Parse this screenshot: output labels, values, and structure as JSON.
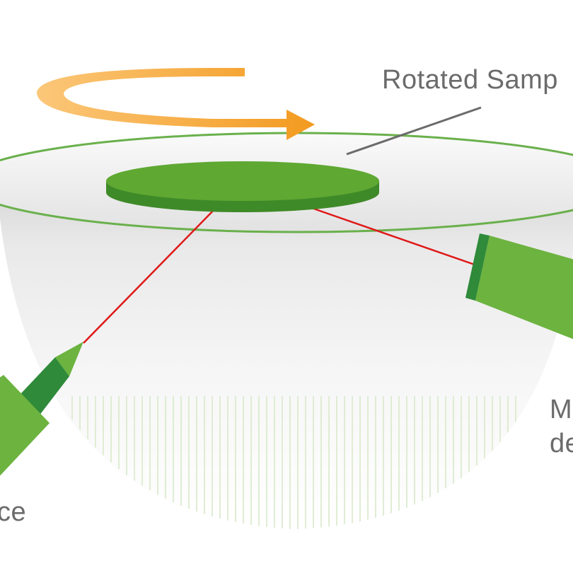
{
  "labels": {
    "rotated_sample": "Rotated Samp",
    "detector_line1": "M",
    "detector_line2": "de",
    "source": "ce"
  },
  "colors": {
    "sample_top": "#5fa832",
    "sample_side": "#3f8a28",
    "equator_line": "#6ab04c",
    "instrument_green": "#6cb33f",
    "instrument_dark": "#2f8a3a",
    "beam_red": "#e01818",
    "rotation_arrow": "#f6a93b",
    "bowl_shade": "#d9d9d9",
    "label_gray": "#6b6b6b"
  },
  "icons": {
    "rotation": "curved-arrow-icon"
  }
}
